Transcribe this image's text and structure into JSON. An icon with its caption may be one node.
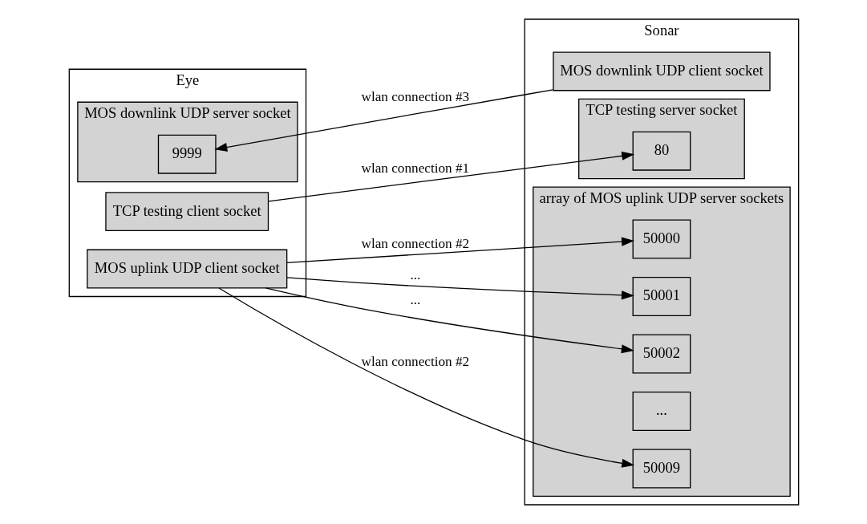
{
  "diagram": {
    "nodes": [
      {
        "text": [
          "Eye"
        ]
      },
      {
        "text": [
          "MOS downlink UDP server socket"
        ],
        "in": 0
      },
      {
        "text": [
          "9999"
        ],
        "in": 1
      },
      {
        "text": [
          "TCP testing client socket"
        ],
        "in": 0
      },
      {
        "text": [
          "MOS uplink UDP client socket"
        ],
        "in": 0
      },
      {
        "text": [
          "Sonar"
        ]
      },
      {
        "text": [
          "MOS downlink UDP client socket"
        ],
        "in": 5
      },
      {
        "text": [
          "TCP testing server socket"
        ],
        "in": 5
      },
      {
        "text": [
          "80"
        ],
        "in": 7
      },
      {
        "text": [
          "array of MOS uplink UDP server sockets"
        ],
        "in": 5
      },
      {
        "text": [
          "50000"
        ],
        "in": 9
      },
      {
        "text": [
          "50001"
        ],
        "in": 9
      },
      {
        "text": [
          "50002"
        ],
        "in": 9
      },
      {
        "text": [
          "..."
        ],
        "in": 9
      },
      {
        "text": [
          "50009"
        ],
        "in": 9
      }
    ],
    "edges": [
      {
        "from": 6,
        "to": 2,
        "arrow": "to",
        "label": "wlan connection #3"
      },
      {
        "from": 3,
        "to": 8,
        "arrow": "to",
        "label": "wlan connection #1"
      },
      {
        "from": 4,
        "to": 10,
        "arrow": "to",
        "label": "wlan connection #2"
      },
      {
        "from": 4,
        "to": 11,
        "arrow": "to",
        "label": "..."
      },
      {
        "from": 4,
        "to": 12,
        "arrow": "to",
        "label": "..."
      },
      {
        "from": 4,
        "to": 14,
        "arrow": "to",
        "label": "wlan connection #2"
      }
    ]
  }
}
